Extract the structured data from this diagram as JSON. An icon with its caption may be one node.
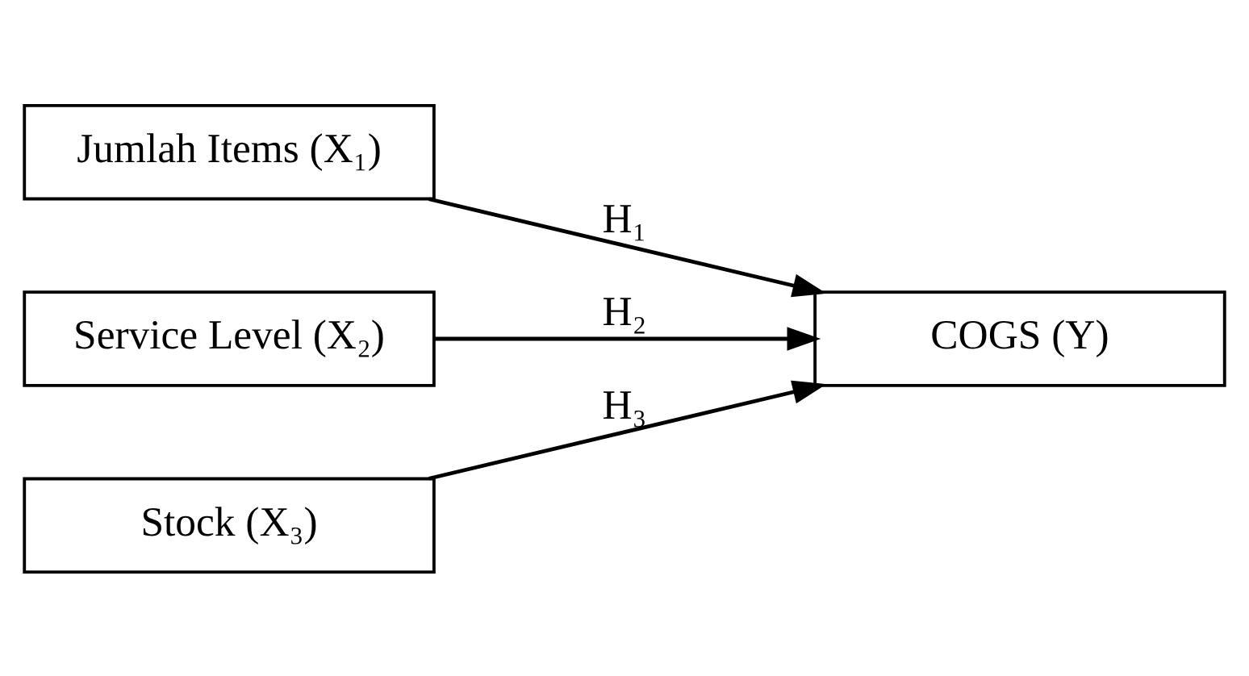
{
  "diagram": {
    "nodes": [
      {
        "text": [
          "Jumlah Items (X₁)"
        ]
      },
      {
        "text": [
          "Service Level (X₂)"
        ]
      },
      {
        "text": [
          "Stock (X₃)"
        ]
      },
      {
        "text": [
          "COGS (Y)"
        ]
      }
    ],
    "edges": [
      {
        "from": 0,
        "to": 3,
        "arrow": "to",
        "label": "H₁"
      },
      {
        "from": 1,
        "to": 3,
        "arrow": "to",
        "label": "H₂"
      },
      {
        "from": 2,
        "to": 3,
        "arrow": "to",
        "label": "H₃"
      }
    ]
  }
}
